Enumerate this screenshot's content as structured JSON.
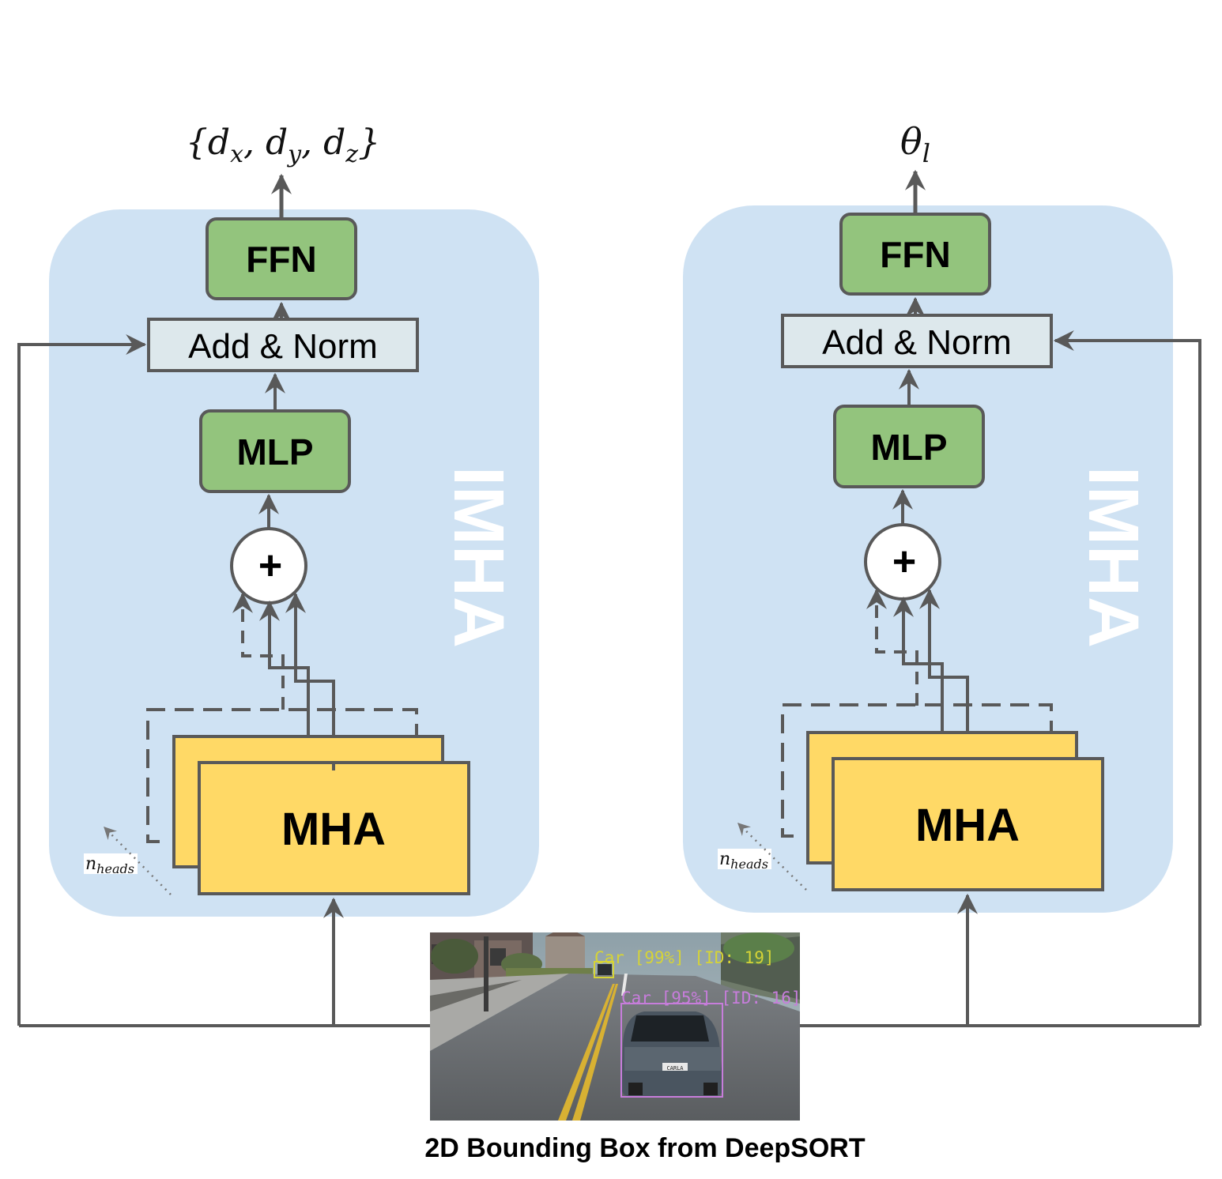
{
  "left_block": {
    "output_label": "{d_x, d_y, d_z}",
    "output_main": "{d",
    "output_sub1": "x",
    "output_sep1": ", d",
    "output_sub2": "y",
    "output_sep2": ", d",
    "output_sub3": "z",
    "output_close": "}",
    "ffn_label": "FFN",
    "add_norm_label": "Add & Norm",
    "mlp_label": "MLP",
    "plus_label": "+",
    "mha_label": "MHA",
    "side_label": "IMHA",
    "heads_main": "n",
    "heads_sub": "heads"
  },
  "right_block": {
    "output_main": "θ",
    "output_sub": "l",
    "ffn_label": "FFN",
    "add_norm_label": "Add & Norm",
    "mlp_label": "MLP",
    "plus_label": "+",
    "mha_label": "MHA",
    "side_label": "IMHA",
    "heads_main": "n",
    "heads_sub": "heads"
  },
  "input_image": {
    "detection_1": "Car [99%] [ID: 19]",
    "detection_2": "Car [95%] [ID: 16]",
    "plate_text": "CARLA"
  },
  "caption": "2D Bounding Box from DeepSORT",
  "colors": {
    "panel": "#cfe2f3",
    "green_block": "#93c47d",
    "yellow_block": "#ffd966",
    "norm_block": "#dde8ec",
    "line": "#595959",
    "det_1": "#d6d436",
    "det_2": "#c77ddb"
  }
}
